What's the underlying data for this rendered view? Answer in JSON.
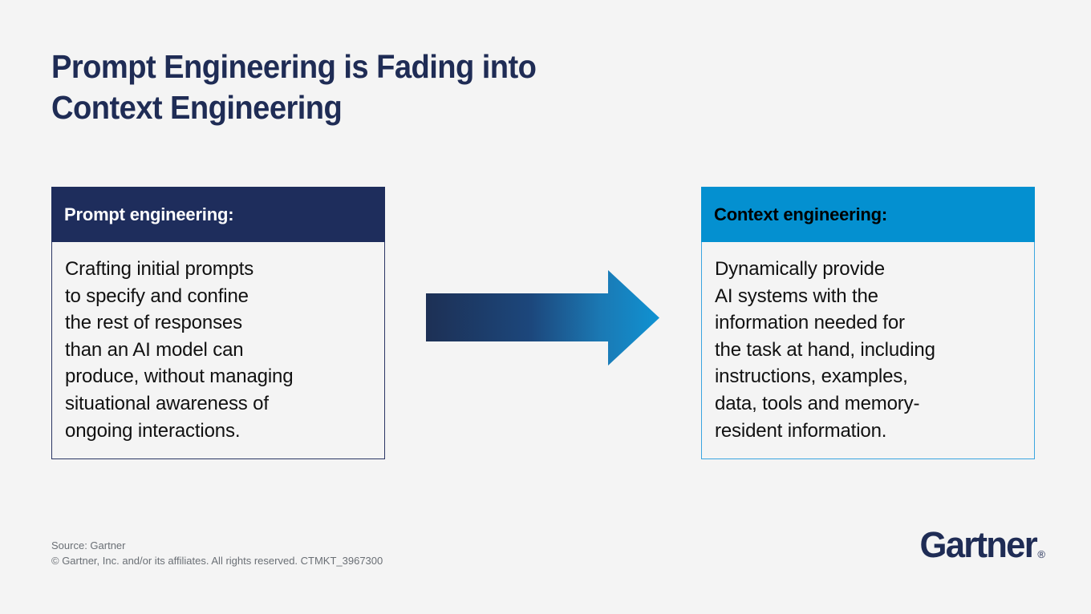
{
  "slide": {
    "background_color": "#f4f4f4",
    "title": "Prompt Engineering is Fading into\nContext Engineering",
    "title_color": "#1f2c55"
  },
  "left_card": {
    "header": "Prompt engineering:",
    "header_bg": "#1e2d5c",
    "header_text_color": "#ffffff",
    "border_color": "#2b3663",
    "body": "Crafting initial prompts\nto specify and confine\nthe rest of responses\nthan an AI model can\nproduce, without managing\nsituational awareness of\nongoing interactions."
  },
  "right_card": {
    "header": "Context engineering:",
    "header_bg": "#0490d0",
    "header_text_color": "#000000",
    "border_color": "#3aa5e0",
    "body": "Dynamically provide\nAI systems with the\ninformation needed for\nthe task at hand, including\ninstructions, examples,\ndata, tools and memory-\nresident information."
  },
  "arrow": {
    "name": "right-arrow",
    "gradient_start": "#1d3055",
    "gradient_end": "#0f92d2",
    "direction": "left-to-right"
  },
  "footer": {
    "source": "Source: Gartner",
    "copyright": "© Gartner, Inc. and/or its affiliates. All rights reserved. CTMKT_3967300",
    "text_color": "#6a6f75"
  },
  "logo": {
    "wordmark": "Gartner",
    "registered_mark": "®",
    "color": "#1f2c55"
  }
}
